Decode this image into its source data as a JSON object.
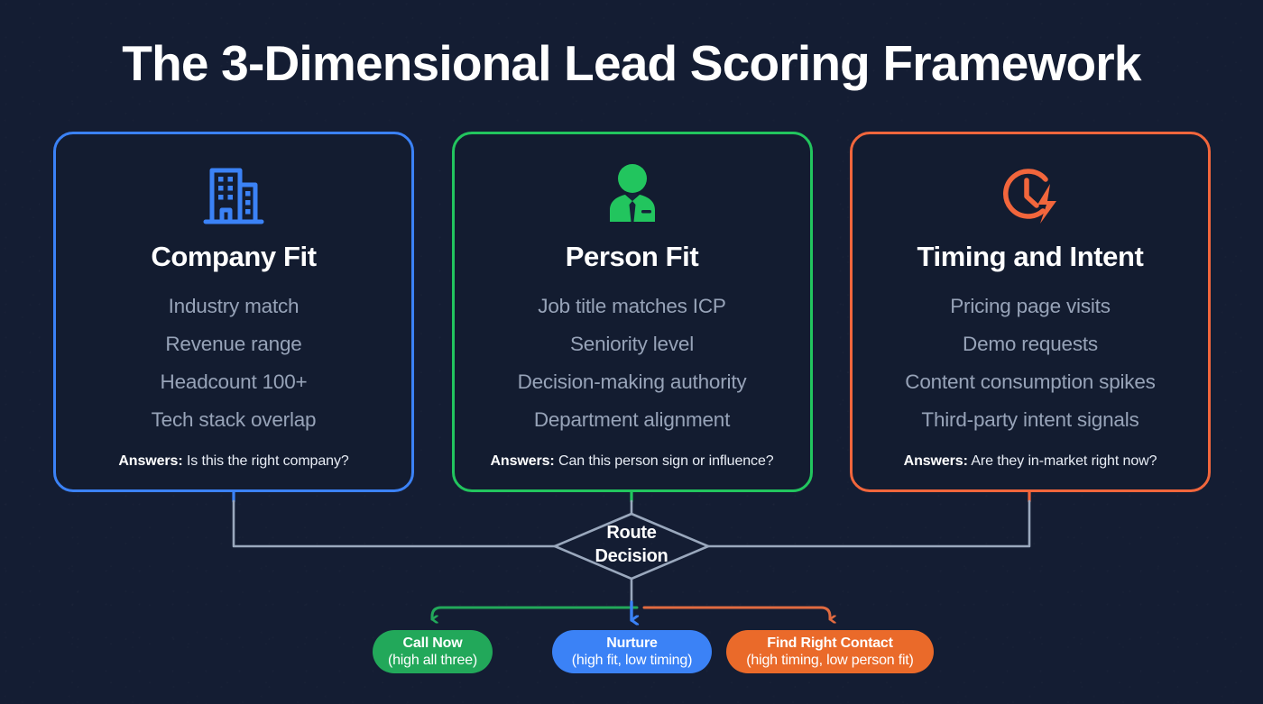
{
  "page": {
    "title": "The 3-Dimensional Lead Scoring Framework",
    "background_color": "#141d33"
  },
  "cards": [
    {
      "id": "company-fit",
      "icon": "building-icon",
      "title": "Company Fit",
      "accent_color": "#3b82f6",
      "bullets": [
        "Industry match",
        "Revenue range",
        "Headcount 100+",
        "Tech stack overlap"
      ],
      "answer_label": "Answers:",
      "answer_text": "Is this the right company?"
    },
    {
      "id": "person-fit",
      "icon": "businessperson-icon",
      "title": "Person Fit",
      "accent_color": "#22c55e",
      "bullets": [
        "Job title matches ICP",
        "Seniority level",
        "Decision-making authority",
        "Department alignment"
      ],
      "answer_label": "Answers:",
      "answer_text": "Can this person sign or influence?"
    },
    {
      "id": "timing-intent",
      "icon": "clock-bolt-icon",
      "title": "Timing and Intent",
      "accent_color": "#f2663c",
      "bullets": [
        "Pricing page visits",
        "Demo requests",
        "Content consumption spikes",
        "Third-party intent signals"
      ],
      "answer_label": "Answers:",
      "answer_text": "Are they in-market right now?"
    }
  ],
  "decision": {
    "line1": "Route",
    "line2": "Decision",
    "border_color": "#9aa8bd"
  },
  "outcomes": [
    {
      "id": "call-now",
      "title": "Call Now",
      "subtitle": "(high all three)",
      "color": "#22a85a",
      "arrow_color": "#22a85a"
    },
    {
      "id": "nurture",
      "title": "Nurture",
      "subtitle": "(high fit, low timing)",
      "color": "#3b82f6",
      "arrow_color": "#3b82f6"
    },
    {
      "id": "find-right-contact",
      "title": "Find Right Contact",
      "subtitle": "(high timing, low person fit)",
      "color": "#ea6a2a",
      "arrow_color": "#e06a40"
    }
  ]
}
